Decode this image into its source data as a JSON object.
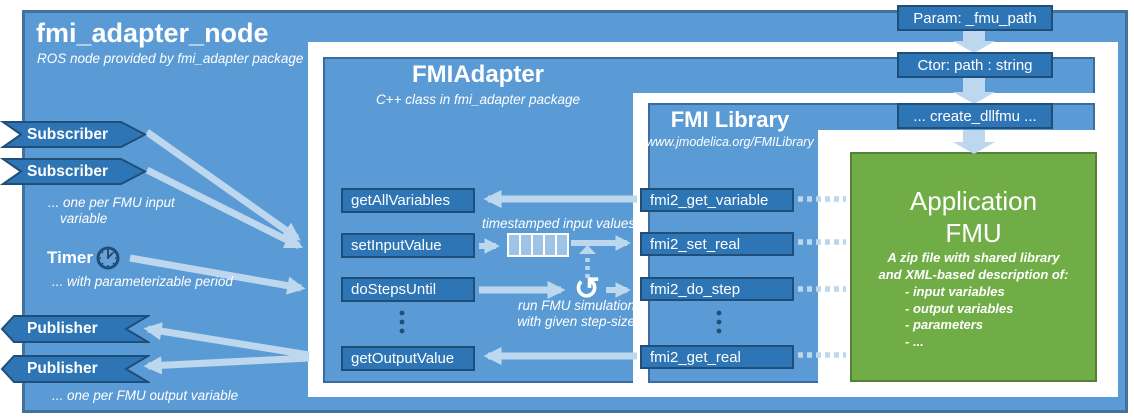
{
  "colors": {
    "canvas_bg": "#ffffff",
    "panel_fill": "#5b9bd5",
    "panel_border": "#41719c",
    "node_fill": "#2e75b6",
    "node_border": "#1f4e79",
    "arrow": "#bdd7ee",
    "queue_cell": "#9dc3e6",
    "fmu_fill": "#70ad47",
    "fmu_border": "#548235",
    "text": "#ffffff"
  },
  "node_box": {
    "title": "fmi_adapter_node",
    "subtitle": "ROS node provided by fmi_adapter package"
  },
  "ros": {
    "subscriber1": "Subscriber",
    "subscriber2": "Subscriber",
    "subscriber_note_1": "... one per FMU input",
    "subscriber_note_2": "variable",
    "timer_label": "Timer",
    "timer_note": "... with parameterizable period",
    "publisher1": "Publisher",
    "publisher2": "Publisher",
    "publisher_note": "... one per FMU output variable"
  },
  "adapter": {
    "title": "FMIAdapter",
    "subtitle": "C++ class in fmi_adapter package",
    "methods": [
      "getAllVariables",
      "setInputValue",
      "doStepsUntil",
      "getOutputValue"
    ]
  },
  "library": {
    "title": "FMI Library",
    "subtitle": "www.jmodelica.org/FMILibrary",
    "functions": [
      "fmi2_get_variable",
      "fmi2_set_real",
      "fmi2_do_step",
      "fmi2_get_real"
    ]
  },
  "fmu": {
    "title_line1": "Application",
    "title_line2": "FMU",
    "desc_line1": "A zip file with shared library",
    "desc_line2": "and XML-based description of:",
    "items": [
      "- input variables",
      "- output variables",
      "- parameters",
      "- ..."
    ]
  },
  "init_flow": {
    "param": "Param: _fmu_path",
    "ctor": "Ctor: path : string",
    "create": "... create_dllfmu ..."
  },
  "annotations": {
    "queue_label": "timestamped input values",
    "loop_note_1": "run FMU simulation",
    "loop_note_2": "with given step-size"
  },
  "icons": {
    "loop_icon": "↺"
  }
}
